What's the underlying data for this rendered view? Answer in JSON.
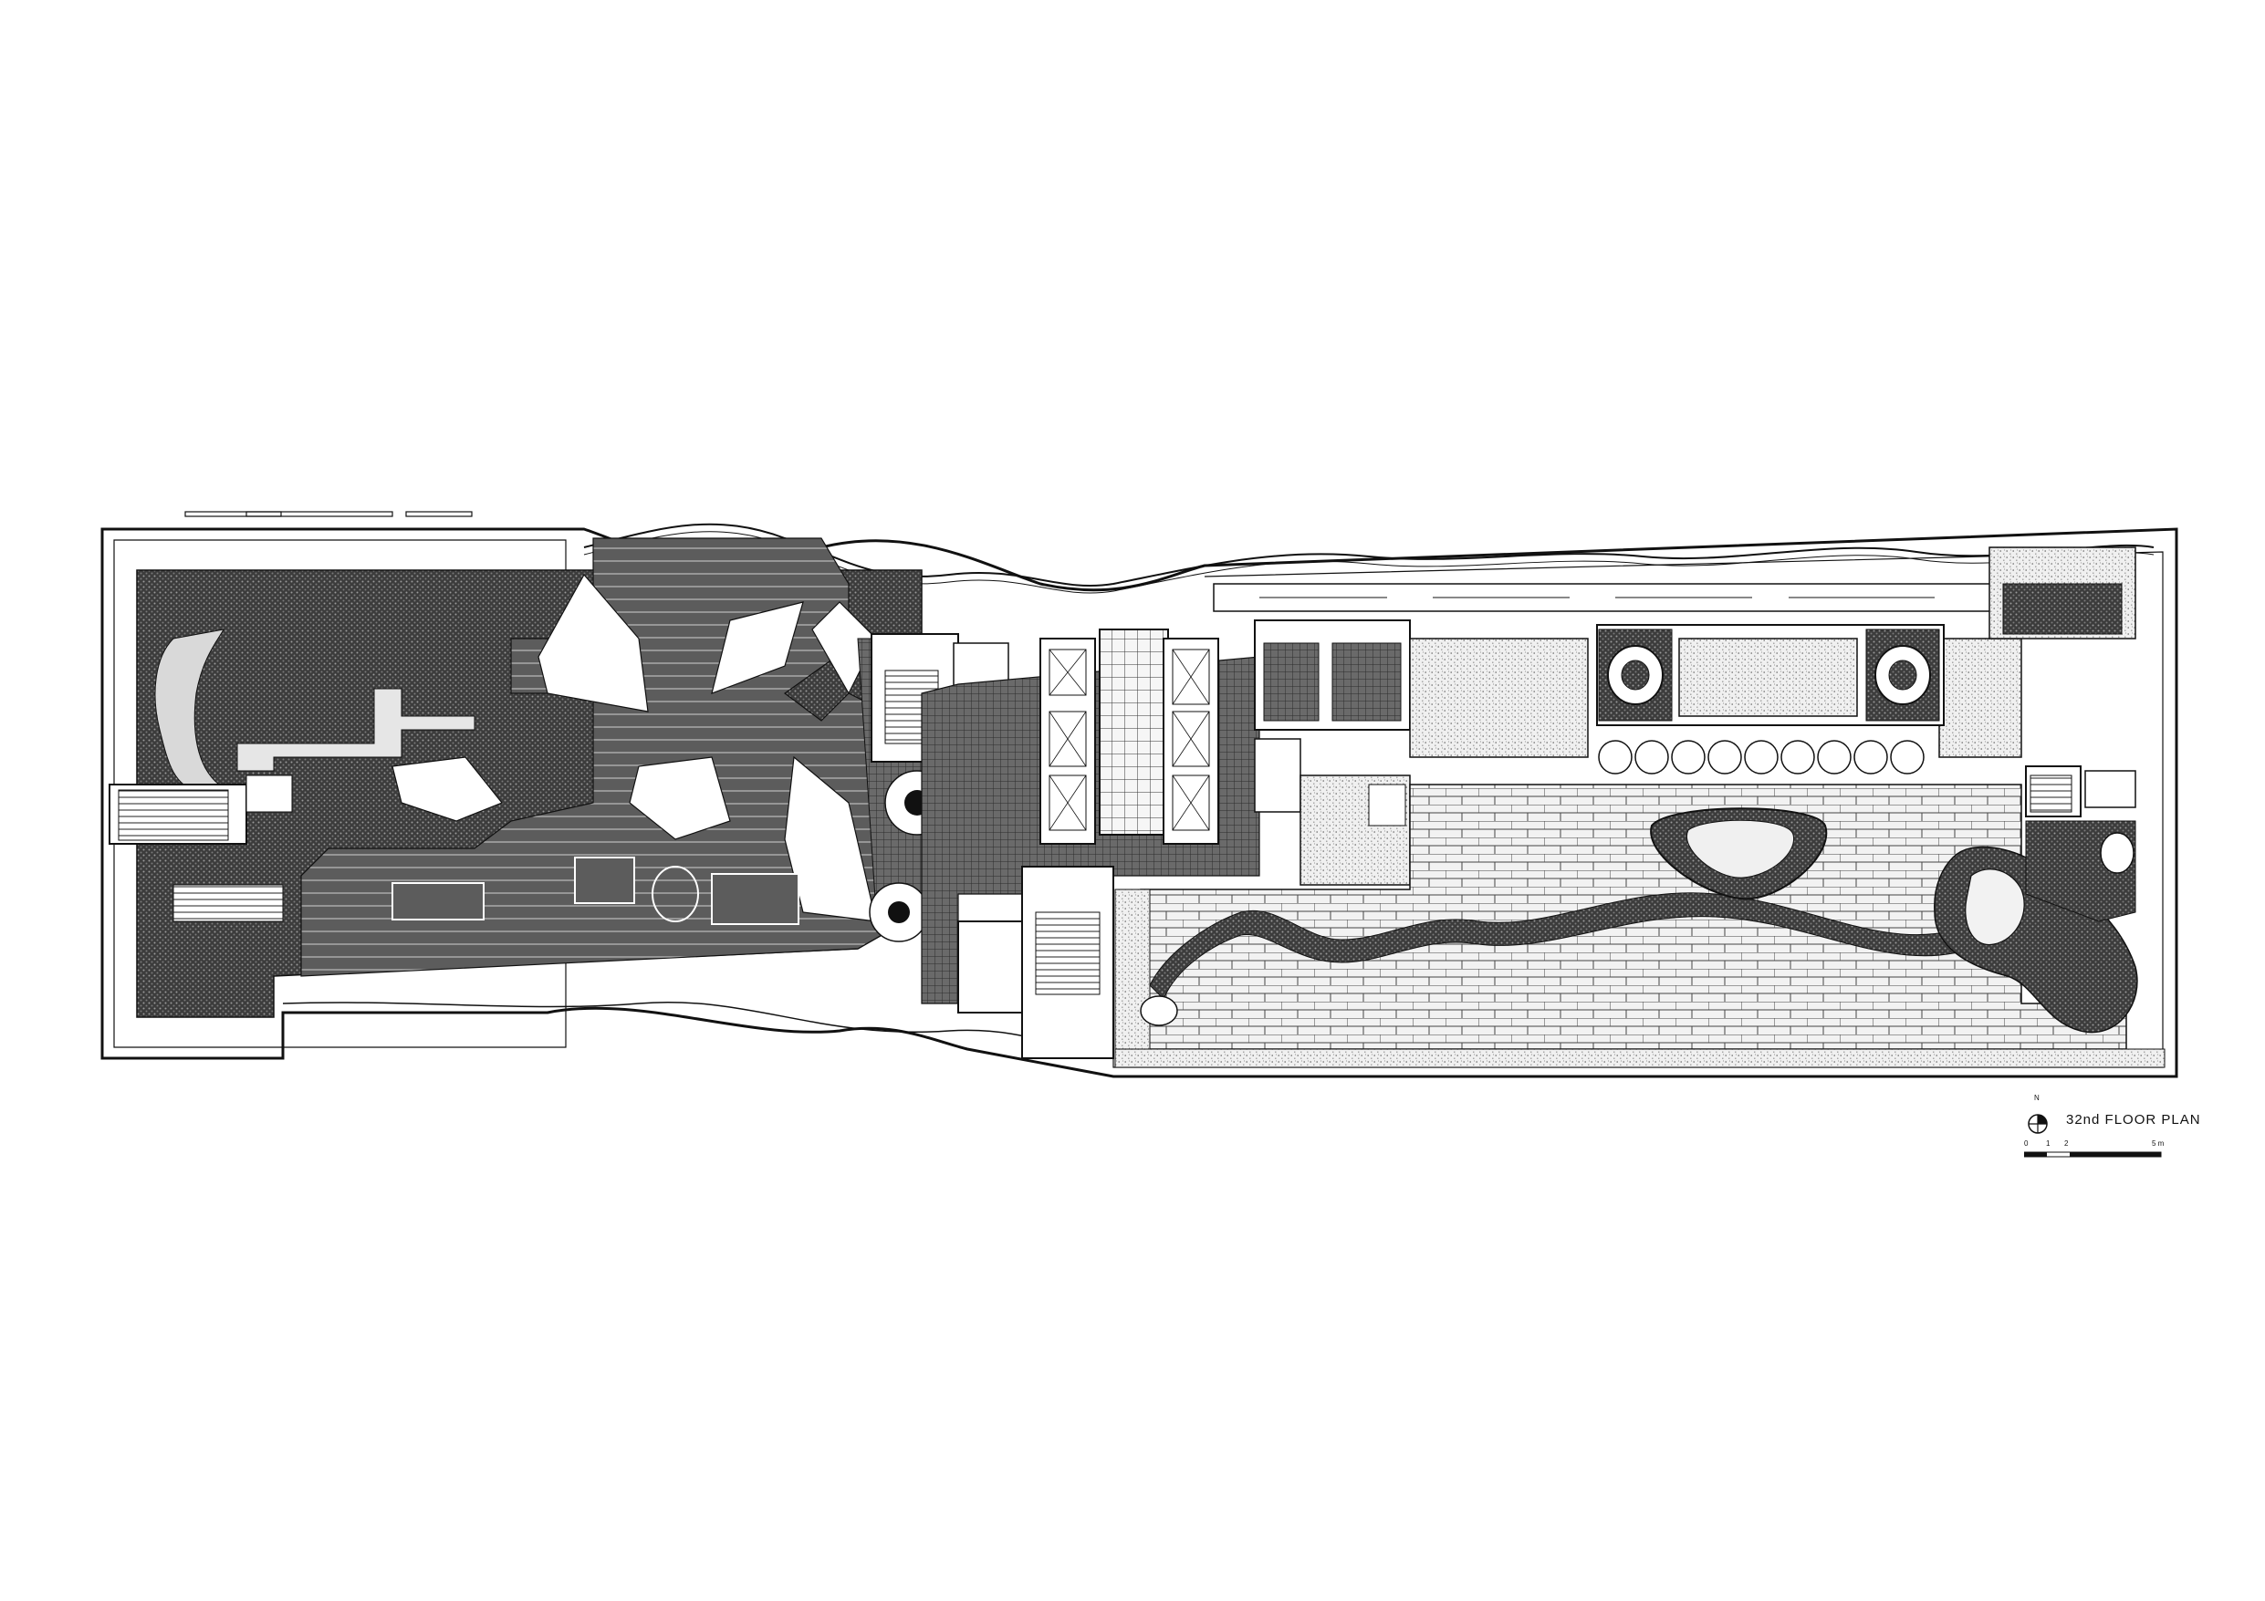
{
  "drawing": {
    "title": "32nd FLOOR PLAN",
    "north_label": "N",
    "scale_labels": [
      "0",
      "1",
      "2",
      "5 m"
    ],
    "colors": {
      "line": "#111111",
      "dark_hatch": "#4a4a4a",
      "deck": "#5a5a5a",
      "stipple": "#cfcfcf",
      "paver": "#e8e8e8",
      "paper": "#ffffff"
    }
  }
}
